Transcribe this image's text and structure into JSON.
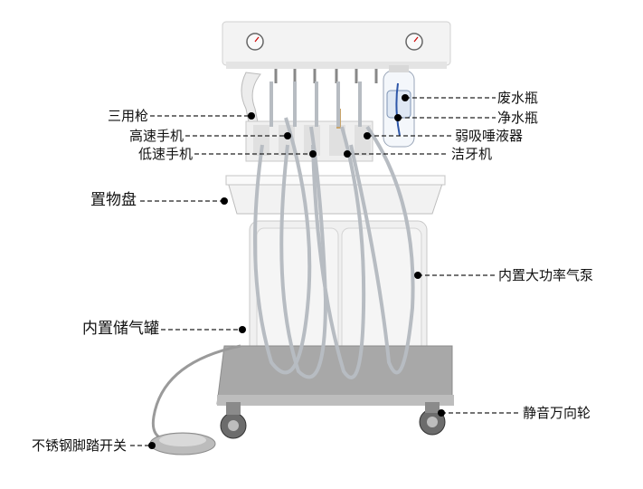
{
  "labels_left": [
    {
      "id": "triple-syringe",
      "text": "三用枪"
    },
    {
      "id": "high-speed-handpiece",
      "text": "高速手机"
    },
    {
      "id": "low-speed-handpiece",
      "text": "低速手机"
    },
    {
      "id": "instrument-tray",
      "text": "置物盘"
    },
    {
      "id": "built-in-air-tank",
      "text": "内置储气罐"
    },
    {
      "id": "foot-switch",
      "text": "不锈钢脚踏开关"
    }
  ],
  "labels_right": [
    {
      "id": "waste-water-bottle",
      "text": "废水瓶"
    },
    {
      "id": "clean-water-bottle",
      "text": "净水瓶"
    },
    {
      "id": "weak-saliva-ejector",
      "text": "弱吸唾液器"
    },
    {
      "id": "ultrasonic-scaler",
      "text": "洁牙机"
    },
    {
      "id": "built-in-air-pump",
      "text": "内置大功率气泵"
    },
    {
      "id": "silent-caster",
      "text": "静音万向轮"
    }
  ],
  "colors": {
    "body": "#efefef",
    "tray": "#f2f2f2",
    "base": "#a9a9a9",
    "hose": "#b8bcc0",
    "leader": "#222222"
  }
}
